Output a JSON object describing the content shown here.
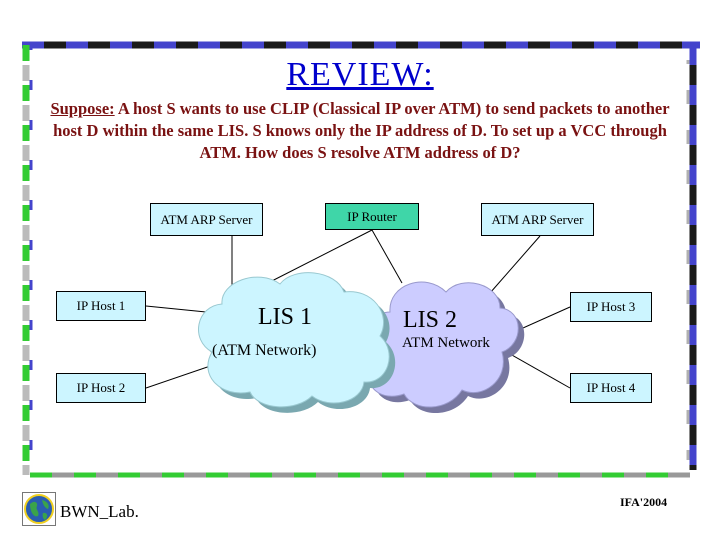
{
  "title": "REVIEW:",
  "question": {
    "lead": "Suppose:",
    "text": " A host S wants to use CLIP (Classical IP over ATM) to send packets to another host D within the same LIS. S knows only the IP address of D. To set up a VCC through ATM. How does S resolve ATM address of D?"
  },
  "diagram": {
    "servers": [
      "ATM ARP Server",
      "ATM ARP Server"
    ],
    "router": "IP Router",
    "hosts": [
      "IP Host 1",
      "IP Host 2",
      "IP Host 3",
      "IP Host 4"
    ],
    "clouds": {
      "lis1": "LIS 1",
      "lis1_sub": "(ATM Network)",
      "lis2": "LIS 2",
      "lis2_sub": "ATM Network"
    },
    "colors": {
      "cloud1": "#ccf5ff",
      "cloud2": "#ccccff",
      "server": "#ccf5ff",
      "router": "#3fd6a8"
    }
  },
  "footer": {
    "logo_label": "BWN_Lab.",
    "right_text": "IFA'2004"
  },
  "style": {
    "title_color": "#0000cc",
    "question_color": "#7a1212"
  }
}
